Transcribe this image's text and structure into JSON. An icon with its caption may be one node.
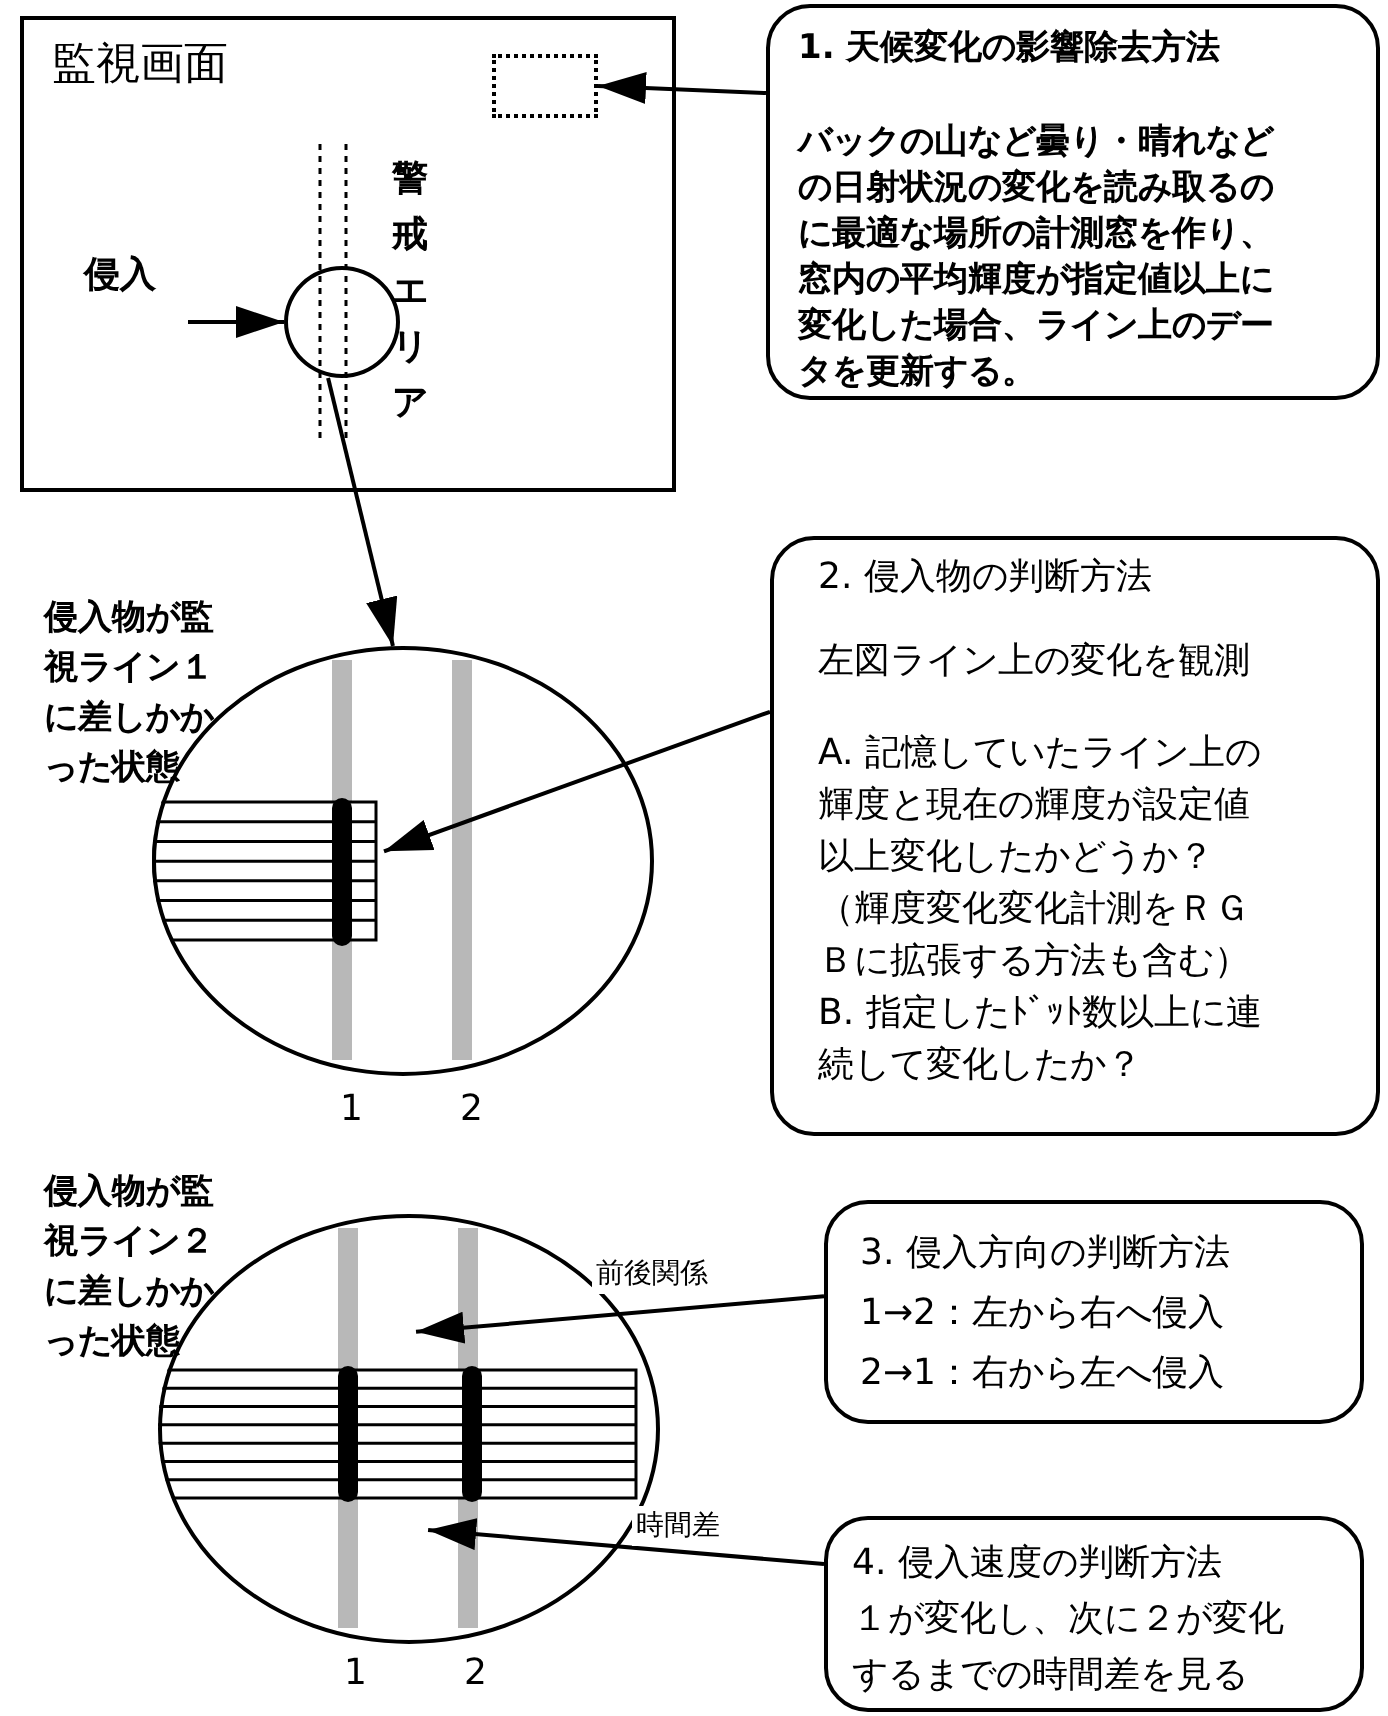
{
  "diagram": {
    "nodes": [
      {
        "text": [
          "監視画面"
        ]
      },
      {
        "text": [],
        "shape": "box",
        "in": 0
      },
      {
        "text": [],
        "shape": "circle",
        "in": 0
      },
      {
        "text": [
          "1. 天候変化の影響除去方法",
          "バックの山など曇り・晴れなどの日射状況の変化を読み取るのに最適な場所の計測窓を作り、窓内の平均輝度が指定値以上に変化した場合、ライン上のデータを更新する。"
        ]
      },
      {
        "text": [],
        "shape": "circle",
        "beside": [
          "侵入物が監視ライン１に差しかかった状態"
        ]
      },
      {
        "text": [],
        "shape": "bar",
        "in": 4
      },
      {
        "text": [
          "2. 侵入物の判断方法",
          "左図ライン上の変化を観測",
          "A. 記憶していたライン上の輝度と現在の輝度が設定値以上変化したかどうか？",
          "（輝度変化変化計測をＲＧＢに拡張する方法も含む）",
          "B. 指定したﾄﾞｯﾄ数以上に連続して変化したか？"
        ]
      },
      {
        "text": [],
        "shape": "circle",
        "beside": [
          "侵入物が監視ライン２に差しかかった状態"
        ]
      },
      {
        "text": [
          "3. 侵入方向の判断方法",
          "1→2：左から右へ侵入",
          "2→1：右から左へ侵入"
        ]
      },
      {
        "text": [
          "4. 侵入速度の判断方法",
          "１が変化し、次に２が変化するまでの時間差を見る"
        ]
      }
    ],
    "edges": [
      {
        "from": 3,
        "to": 1,
        "arrow": "to"
      },
      {
        "from": null,
        "to": 2,
        "arrow": "to",
        "label": "侵入"
      },
      {
        "from": 2,
        "to": 4,
        "arrow": "to"
      },
      {
        "from": 6,
        "to": 5,
        "arrow": "to"
      },
      {
        "from": 8,
        "to": 7,
        "arrow": "to",
        "label": "前後関係"
      },
      {
        "from": 9,
        "to": 7,
        "arrow": "to",
        "label": "時間差"
      }
    ],
    "labels": [
      "警戒エリア",
      "1",
      "2",
      "1",
      "2"
    ]
  }
}
